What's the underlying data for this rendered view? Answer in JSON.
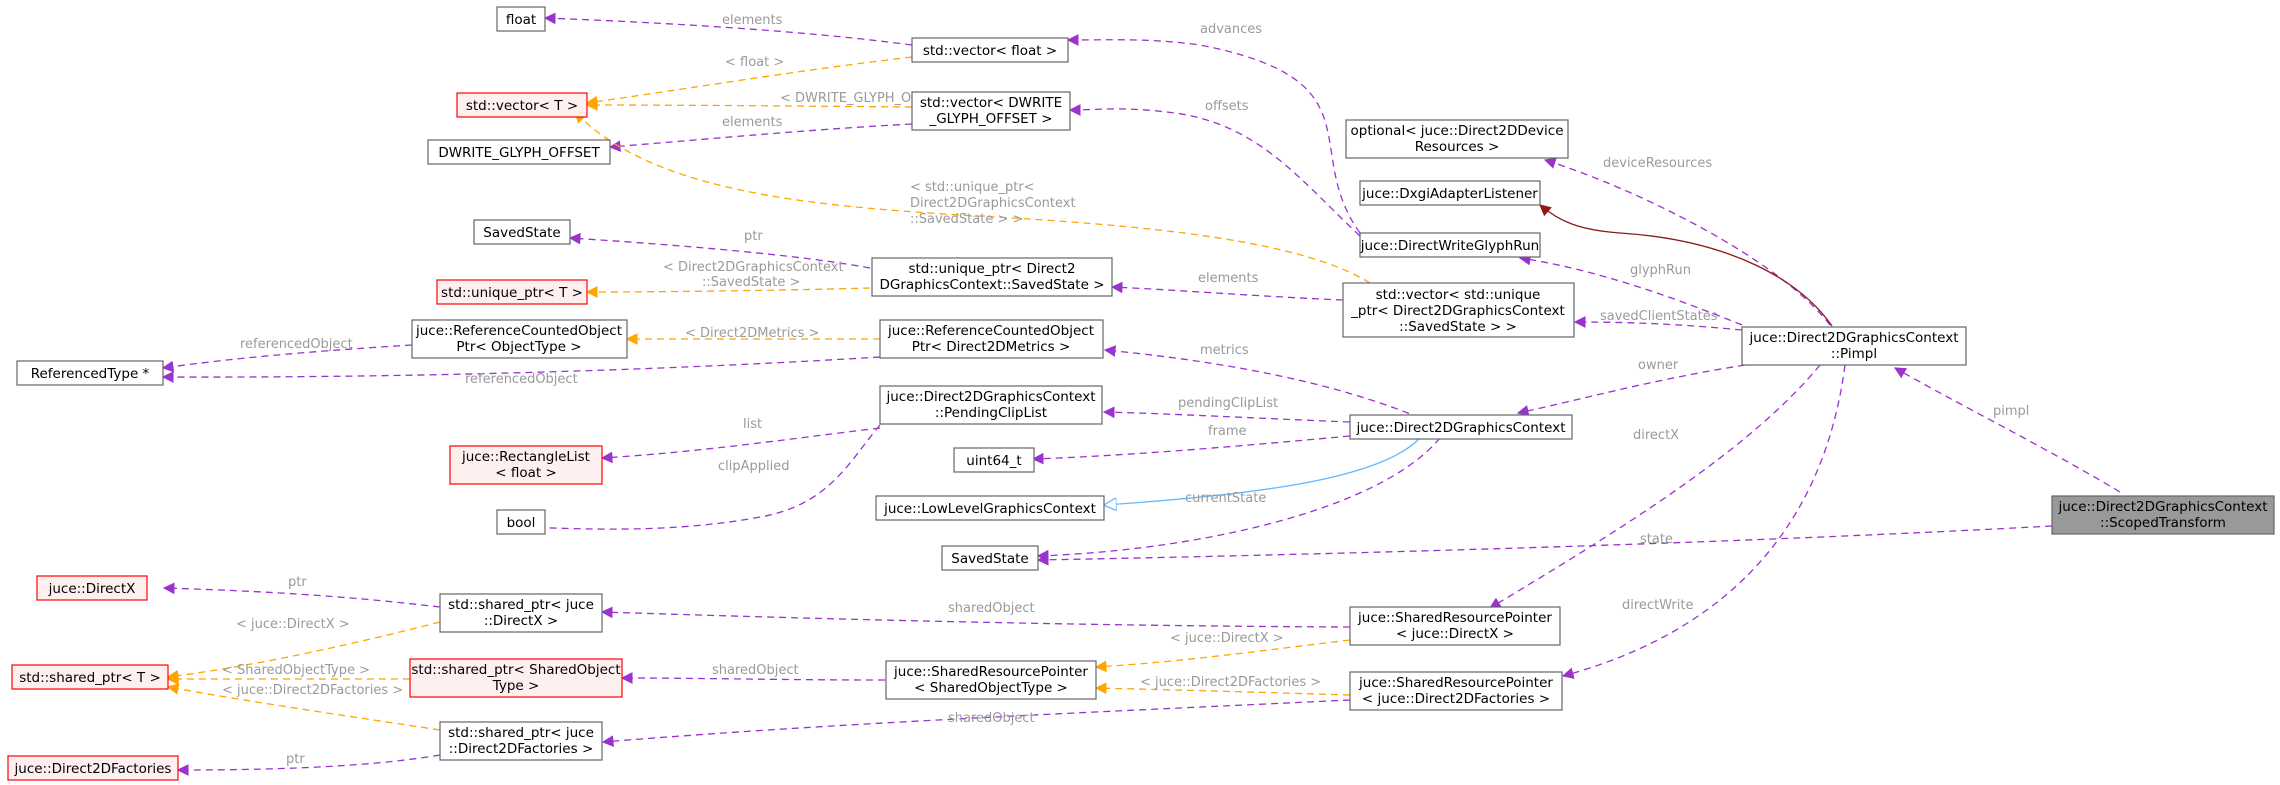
{
  "nodes": {
    "float": "float",
    "std_vector_T": "std::vector< T >",
    "dwrite_glyph_offset": "DWRITE_GLYPH_OFFSET",
    "vector_float": "std::vector< float >",
    "vector_dwrite_l1": "std::vector< DWRITE",
    "vector_dwrite_l2": "_GLYPH_OFFSET >",
    "optional_l1": "optional< juce::Direct2DDevice",
    "optional_l2": "Resources >",
    "dxgi_adapter_listener": "juce::DxgiAdapterListener",
    "direct_write_glyph_run": "juce::DirectWriteGlyphRun",
    "saved_state_a": "SavedState",
    "unique_ptr_T": "std::unique_ptr< T >",
    "unique_ptr_savedstate_l1": "std::unique_ptr< Direct2",
    "unique_ptr_savedstate_l2": "DGraphicsContext::SavedState >",
    "vector_unique_l1": "std::vector< std::unique",
    "vector_unique_l2": "_ptr< Direct2DGraphicsContext",
    "vector_unique_l3": "::SavedState > >",
    "refcounted_objtype_l1": "juce::ReferenceCountedObject",
    "refcounted_objtype_l2": "Ptr< ObjectType >",
    "refcounted_metrics_l1": "juce::ReferenceCountedObject",
    "refcounted_metrics_l2": "Ptr< Direct2DMetrics >",
    "referenced_type": "ReferencedType *",
    "pimpl_l1": "juce::Direct2DGraphicsContext",
    "pimpl_l2": "::Pimpl",
    "pending_clip_l1": "juce::Direct2DGraphicsContext",
    "pending_clip_l2": "::PendingClipList",
    "d2d_graphics_context": "juce::Direct2DGraphicsContext",
    "rectangle_list_l1": "juce::RectangleList",
    "rectangle_list_l2": "< float >",
    "uint64": "uint64_t",
    "low_level_gc": "juce::LowLevelGraphicsContext",
    "bool": "bool",
    "scoped_l1": "juce::Direct2DGraphicsContext",
    "scoped_l2": "::ScopedTransform",
    "saved_state_b": "SavedState",
    "juce_directx": "juce::DirectX",
    "shared_ptr_directx_l1": "std::shared_ptr< juce",
    "shared_ptr_directx_l2": "::DirectX >",
    "srp_directx_l1": "juce::SharedResourcePointer",
    "srp_directx_l2": "< juce::DirectX >",
    "shared_ptr_T": "std::shared_ptr< T >",
    "shared_ptr_sot_l1": "std::shared_ptr< SharedObject",
    "shared_ptr_sot_l2": "Type >",
    "srp_sot_l1": "juce::SharedResourcePointer",
    "srp_sot_l2": "< SharedObjectType >",
    "srp_factories_l1": "juce::SharedResourcePointer",
    "srp_factories_l2": "< juce::Direct2DFactories >",
    "juce_d2d_factories": "juce::Direct2DFactories",
    "shared_ptr_factories_l1": "std::shared_ptr< juce",
    "shared_ptr_factories_l2": "::Direct2DFactories >"
  },
  "edges": {
    "elements_float": "elements",
    "float_tmpl": "< float >",
    "dwrite_tmpl": "< DWRITE_GLYPH_OFFSET >",
    "elements_dwrite": "elements",
    "advances": "advances",
    "offsets": "offsets",
    "unique_tmpl_l1": "< std::unique_ptr<",
    "unique_tmpl_l2": "Direct2DGraphicsContext",
    "unique_tmpl_l3": "::SavedState > >",
    "device_resources": "deviceResources",
    "ptr_savedstate": "ptr",
    "d2d_savedstate_tmpl_l1": "< Direct2DGraphicsContext",
    "d2d_savedstate_tmpl_l2": "::SavedState >",
    "elements_unique": "elements",
    "glyph_run": "glyphRun",
    "saved_client_states": "savedClientStates",
    "referenced_object_a": "referencedObject",
    "d2d_metrics_tmpl": "< Direct2DMetrics >",
    "metrics": "metrics",
    "owner": "owner",
    "referenced_object_b": "referencedObject",
    "pending_clip_list": "pendingClipList",
    "pimpl": "pimpl",
    "list": "list",
    "frame": "frame",
    "direct_x": "directX",
    "clip_applied": "clipApplied",
    "current_state": "currentState",
    "state": "state",
    "ptr_directx": "ptr",
    "shared_object_a": "sharedObject",
    "directx_tmpl": "< juce::DirectX >",
    "directx_tmpl_2": "< juce::DirectX >",
    "direct_write": "directWrite",
    "shared_object_type_tmpl": "< SharedObjectType >",
    "shared_object_b": "sharedObject",
    "d2d_factories_tmpl": "< juce::Direct2DFactories >",
    "d2d_factories_tmpl_2": "< juce::Direct2DFactories >",
    "shared_object_c": "sharedObject",
    "ptr_factories": "ptr"
  },
  "colors": {
    "association": "#9a32cd",
    "template": "#ffa500",
    "inheritance": "#63b8ff",
    "private": "#8b1a1a",
    "highlight_border": "#ff0000",
    "focus_fill": "#999999",
    "edge_label": "#9a9a9a"
  }
}
